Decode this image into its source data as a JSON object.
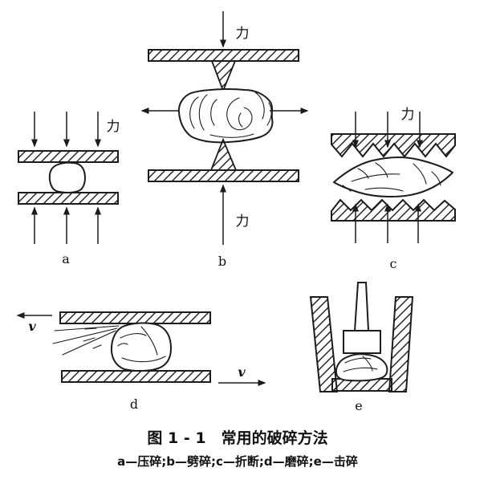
{
  "figure": {
    "caption": {
      "title": "图 1 - 1　常用的破碎方法",
      "legend": "a—压碎;b—劈碎;c—折断;d—磨碎;e—击碎"
    },
    "force_label": "力",
    "velocity_label": "v",
    "sub_labels": {
      "a": "a",
      "b": "b",
      "c": "c",
      "d": "d",
      "e": "e"
    },
    "methods": [
      {
        "key": "a",
        "name": "压碎"
      },
      {
        "key": "b",
        "name": "劈碎"
      },
      {
        "key": "c",
        "name": "折断"
      },
      {
        "key": "d",
        "name": "磨碎"
      },
      {
        "key": "e",
        "name": "击碎"
      }
    ],
    "colors": {
      "ink": "#1c1c1c",
      "paper": "#ffffff"
    }
  }
}
